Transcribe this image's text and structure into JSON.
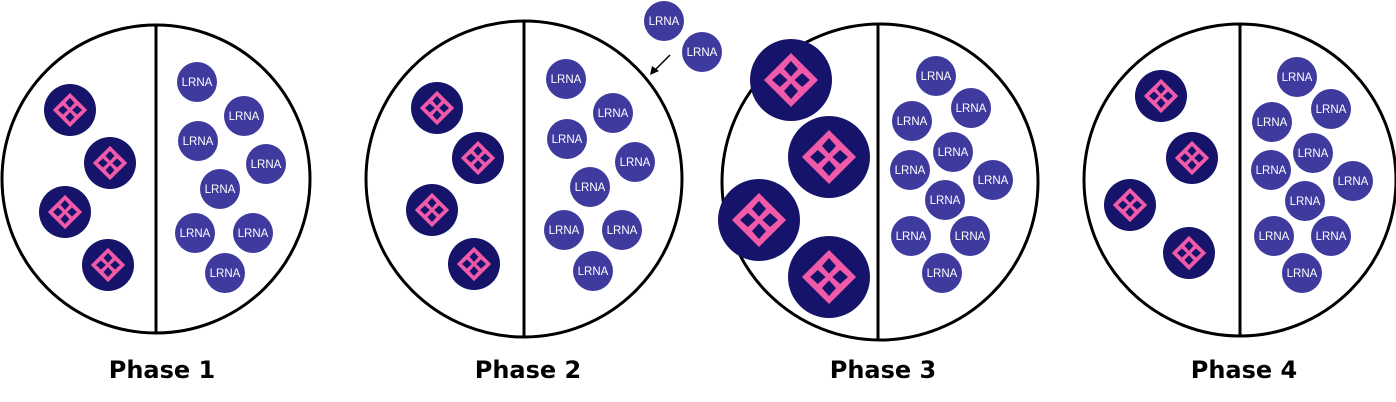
{
  "lrna_label": "LRNA",
  "colors": {
    "pool_fill": "#ffffff",
    "pool_stroke": "#000000",
    "lrna_fill": "#3f3a9e",
    "asset_fill": "#16146a",
    "asset_pattern": "#f05aa8",
    "label_text": "#000000"
  },
  "icons": {
    "lrna_token": "lrna-token-icon",
    "asset_token": "asset-token-icon",
    "deposit_arrow": "arrow-icon"
  },
  "phases": [
    {
      "label": "Phase 1",
      "asset_count": 4,
      "lrna_count": 8,
      "asset_scale": "normal"
    },
    {
      "label": "Phase 2",
      "asset_count": 4,
      "lrna_count": 8,
      "asset_scale": "normal",
      "incoming_lrna_count": 2
    },
    {
      "label": "Phase 3",
      "asset_count": 4,
      "lrna_count": 10,
      "asset_scale": "large"
    },
    {
      "label": "Phase 4",
      "asset_count": 4,
      "lrna_count": 10,
      "asset_scale": "normal"
    }
  ]
}
